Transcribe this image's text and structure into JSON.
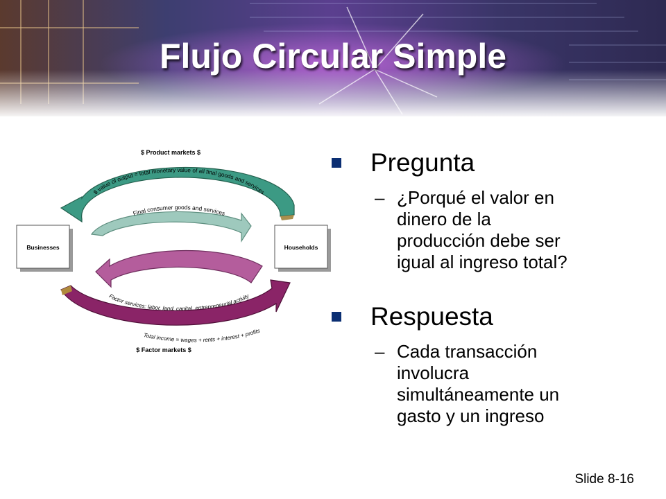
{
  "slide": {
    "title": "Flujo Circular Simple",
    "footer": "Slide 8-16",
    "colors": {
      "bullet": "#0b2f73",
      "banner": "#2a2a5a",
      "product_outer": "#3c9a84",
      "product_inner": "#9ec9bd",
      "factor_inner": "#b45d9c",
      "factor_outer": "#8a2467"
    }
  },
  "diagram": {
    "top_label": "$ Product markets $",
    "bottom_label": "$ Factor markets $",
    "left_box": "Businesses",
    "right_box": "Households",
    "arc1": "$ value of output = total monetary value of all final goods and services",
    "arc2": "Final consumer goods and services",
    "arc3": "Factor services: labor, land, capital, entrepreneurial activity",
    "arc4": "Total income = wages + rents + interest + profits"
  },
  "content": {
    "q_heading": "Pregunta",
    "q_text": [
      "¿Porqué el valor en",
      "dinero de la",
      "producción debe ser",
      "igual al ingreso total?"
    ],
    "a_heading": "Respuesta",
    "a_text": [
      "Cada transacción",
      "involucra",
      "simultáneamente un",
      "gasto y un ingreso"
    ],
    "dash": "–"
  }
}
